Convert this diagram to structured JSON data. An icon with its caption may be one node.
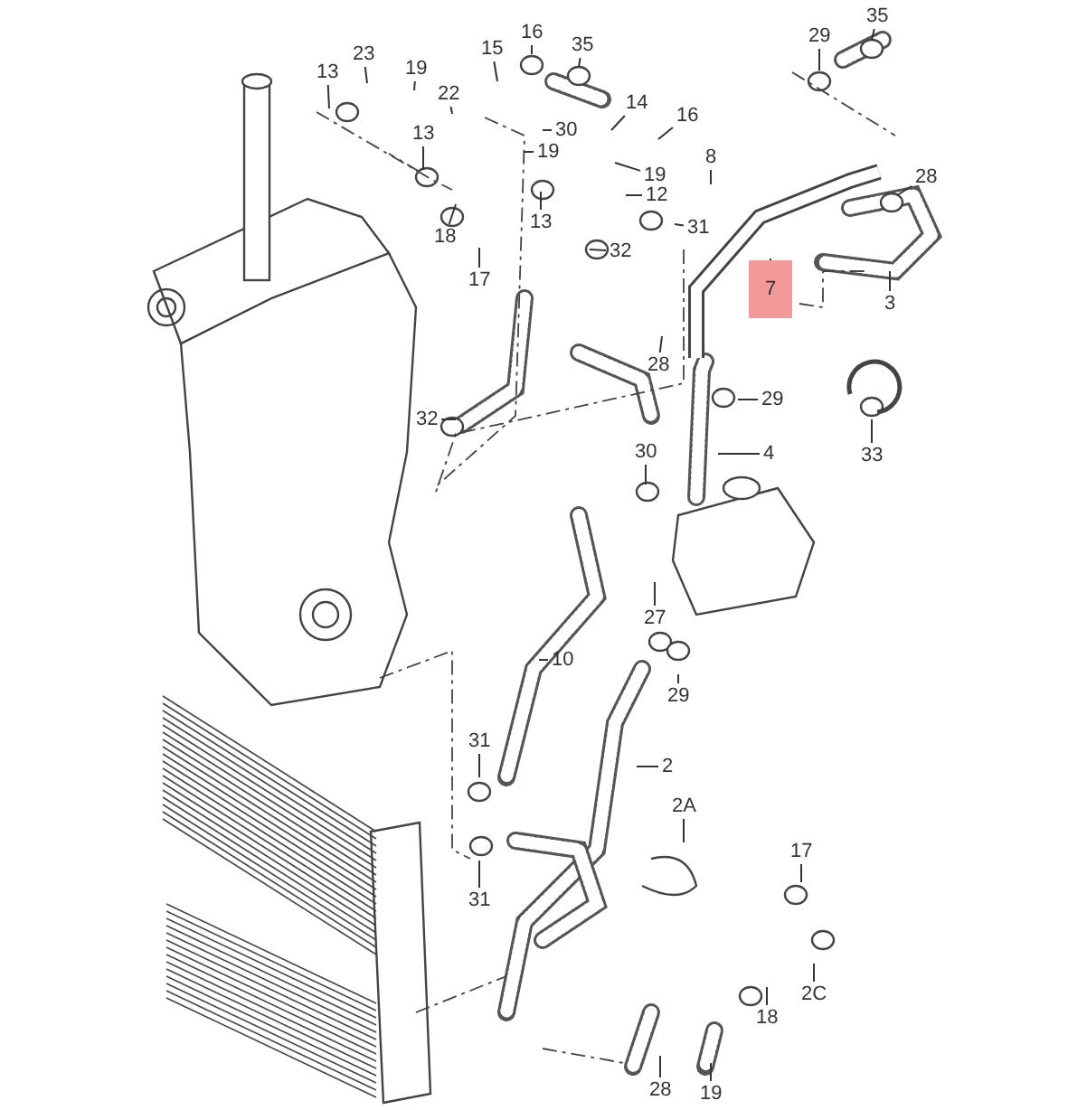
{
  "diagram": {
    "nodes": [
      {
        "text": [
          "35"
        ]
      },
      {
        "text": [
          "16"
        ]
      },
      {
        "text": [
          "29"
        ]
      },
      {
        "text": [
          "35"
        ]
      },
      {
        "text": [
          "15"
        ]
      },
      {
        "text": [
          "23"
        ]
      },
      {
        "text": [
          "19"
        ]
      },
      {
        "text": [
          "13"
        ]
      },
      {
        "text": [
          "22"
        ]
      },
      {
        "text": [
          "14"
        ]
      },
      {
        "text": [
          "16"
        ]
      },
      {
        "text": [
          "30"
        ]
      },
      {
        "text": [
          "13"
        ]
      },
      {
        "text": [
          "19"
        ]
      },
      {
        "text": [
          "8"
        ]
      },
      {
        "text": [
          "19"
        ]
      },
      {
        "text": [
          "28"
        ]
      },
      {
        "text": [
          "12"
        ]
      },
      {
        "text": [
          "13"
        ]
      },
      {
        "text": [
          "31"
        ]
      },
      {
        "text": [
          "18"
        ]
      },
      {
        "text": [
          "32"
        ]
      },
      {
        "text": [
          "17"
        ]
      },
      {
        "text": [
          "7"
        ]
      },
      {
        "text": [
          "3"
        ]
      },
      {
        "text": [
          "28"
        ]
      },
      {
        "text": [
          "29"
        ]
      },
      {
        "text": [
          "32"
        ]
      },
      {
        "text": [
          "30"
        ]
      },
      {
        "text": [
          "4"
        ]
      },
      {
        "text": [
          "33"
        ]
      },
      {
        "text": [
          "27"
        ]
      },
      {
        "text": [
          "10"
        ]
      },
      {
        "text": [
          "29"
        ]
      },
      {
        "text": [
          "31"
        ]
      },
      {
        "text": [
          "2"
        ]
      },
      {
        "text": [
          "2A"
        ]
      },
      {
        "text": [
          "17"
        ]
      },
      {
        "text": [
          "31"
        ]
      },
      {
        "text": [
          "2C"
        ]
      },
      {
        "text": [
          "18"
        ]
      },
      {
        "text": [
          "28"
        ]
      },
      {
        "text": [
          "19"
        ]
      }
    ],
    "edges": [
      {
        "from": 0,
        "to": null,
        "arrow": "none"
      },
      {
        "from": 1,
        "to": null,
        "arrow": "none"
      },
      {
        "from": 2,
        "to": null,
        "arrow": "none"
      },
      {
        "from": 3,
        "to": null,
        "arrow": "none"
      },
      {
        "from": 4,
        "to": null,
        "arrow": "none"
      },
      {
        "from": 5,
        "to": null,
        "arrow": "none"
      },
      {
        "from": 6,
        "to": null,
        "arrow": "none"
      },
      {
        "from": 7,
        "to": null,
        "arrow": "none"
      },
      {
        "from": 8,
        "to": null,
        "arrow": "none"
      },
      {
        "from": 9,
        "to": null,
        "arrow": "none"
      },
      {
        "from": 10,
        "to": null,
        "arrow": "none"
      },
      {
        "from": 11,
        "to": null,
        "arrow": "none"
      },
      {
        "from": 12,
        "to": null,
        "arrow": "none"
      },
      {
        "from": 13,
        "to": null,
        "arrow": "none"
      },
      {
        "from": 14,
        "to": null,
        "arrow": "none"
      },
      {
        "from": 15,
        "to": null,
        "arrow": "none"
      },
      {
        "from": 16,
        "to": null,
        "arrow": "none"
      },
      {
        "from": 17,
        "to": null,
        "arrow": "none"
      },
      {
        "from": 18,
        "to": null,
        "arrow": "none"
      },
      {
        "from": 19,
        "to": null,
        "arrow": "none"
      },
      {
        "from": 20,
        "to": null,
        "arrow": "none"
      },
      {
        "from": 21,
        "to": null,
        "arrow": "none"
      },
      {
        "from": 22,
        "to": null,
        "arrow": "none"
      },
      {
        "from": 23,
        "to": null,
        "arrow": "none"
      },
      {
        "from": 24,
        "to": null,
        "arrow": "none"
      },
      {
        "from": 25,
        "to": null,
        "arrow": "none"
      },
      {
        "from": 26,
        "to": null,
        "arrow": "none"
      },
      {
        "from": 27,
        "to": null,
        "arrow": "none"
      },
      {
        "from": 28,
        "to": null,
        "arrow": "none"
      },
      {
        "from": 29,
        "to": null,
        "arrow": "none"
      },
      {
        "from": 30,
        "to": null,
        "arrow": "none"
      },
      {
        "from": 31,
        "to": null,
        "arrow": "none"
      },
      {
        "from": 32,
        "to": null,
        "arrow": "none"
      },
      {
        "from": 33,
        "to": null,
        "arrow": "none"
      },
      {
        "from": 34,
        "to": null,
        "arrow": "none"
      },
      {
        "from": 35,
        "to": null,
        "arrow": "none"
      },
      {
        "from": 36,
        "to": null,
        "arrow": "none"
      },
      {
        "from": 37,
        "to": null,
        "arrow": "none"
      },
      {
        "from": 38,
        "to": null,
        "arrow": "none"
      },
      {
        "from": 39,
        "to": null,
        "arrow": "none"
      },
      {
        "from": 40,
        "to": null,
        "arrow": "none"
      },
      {
        "from": 41,
        "to": null,
        "arrow": "none"
      },
      {
        "from": 42,
        "to": null,
        "arrow": "none"
      }
    ]
  }
}
